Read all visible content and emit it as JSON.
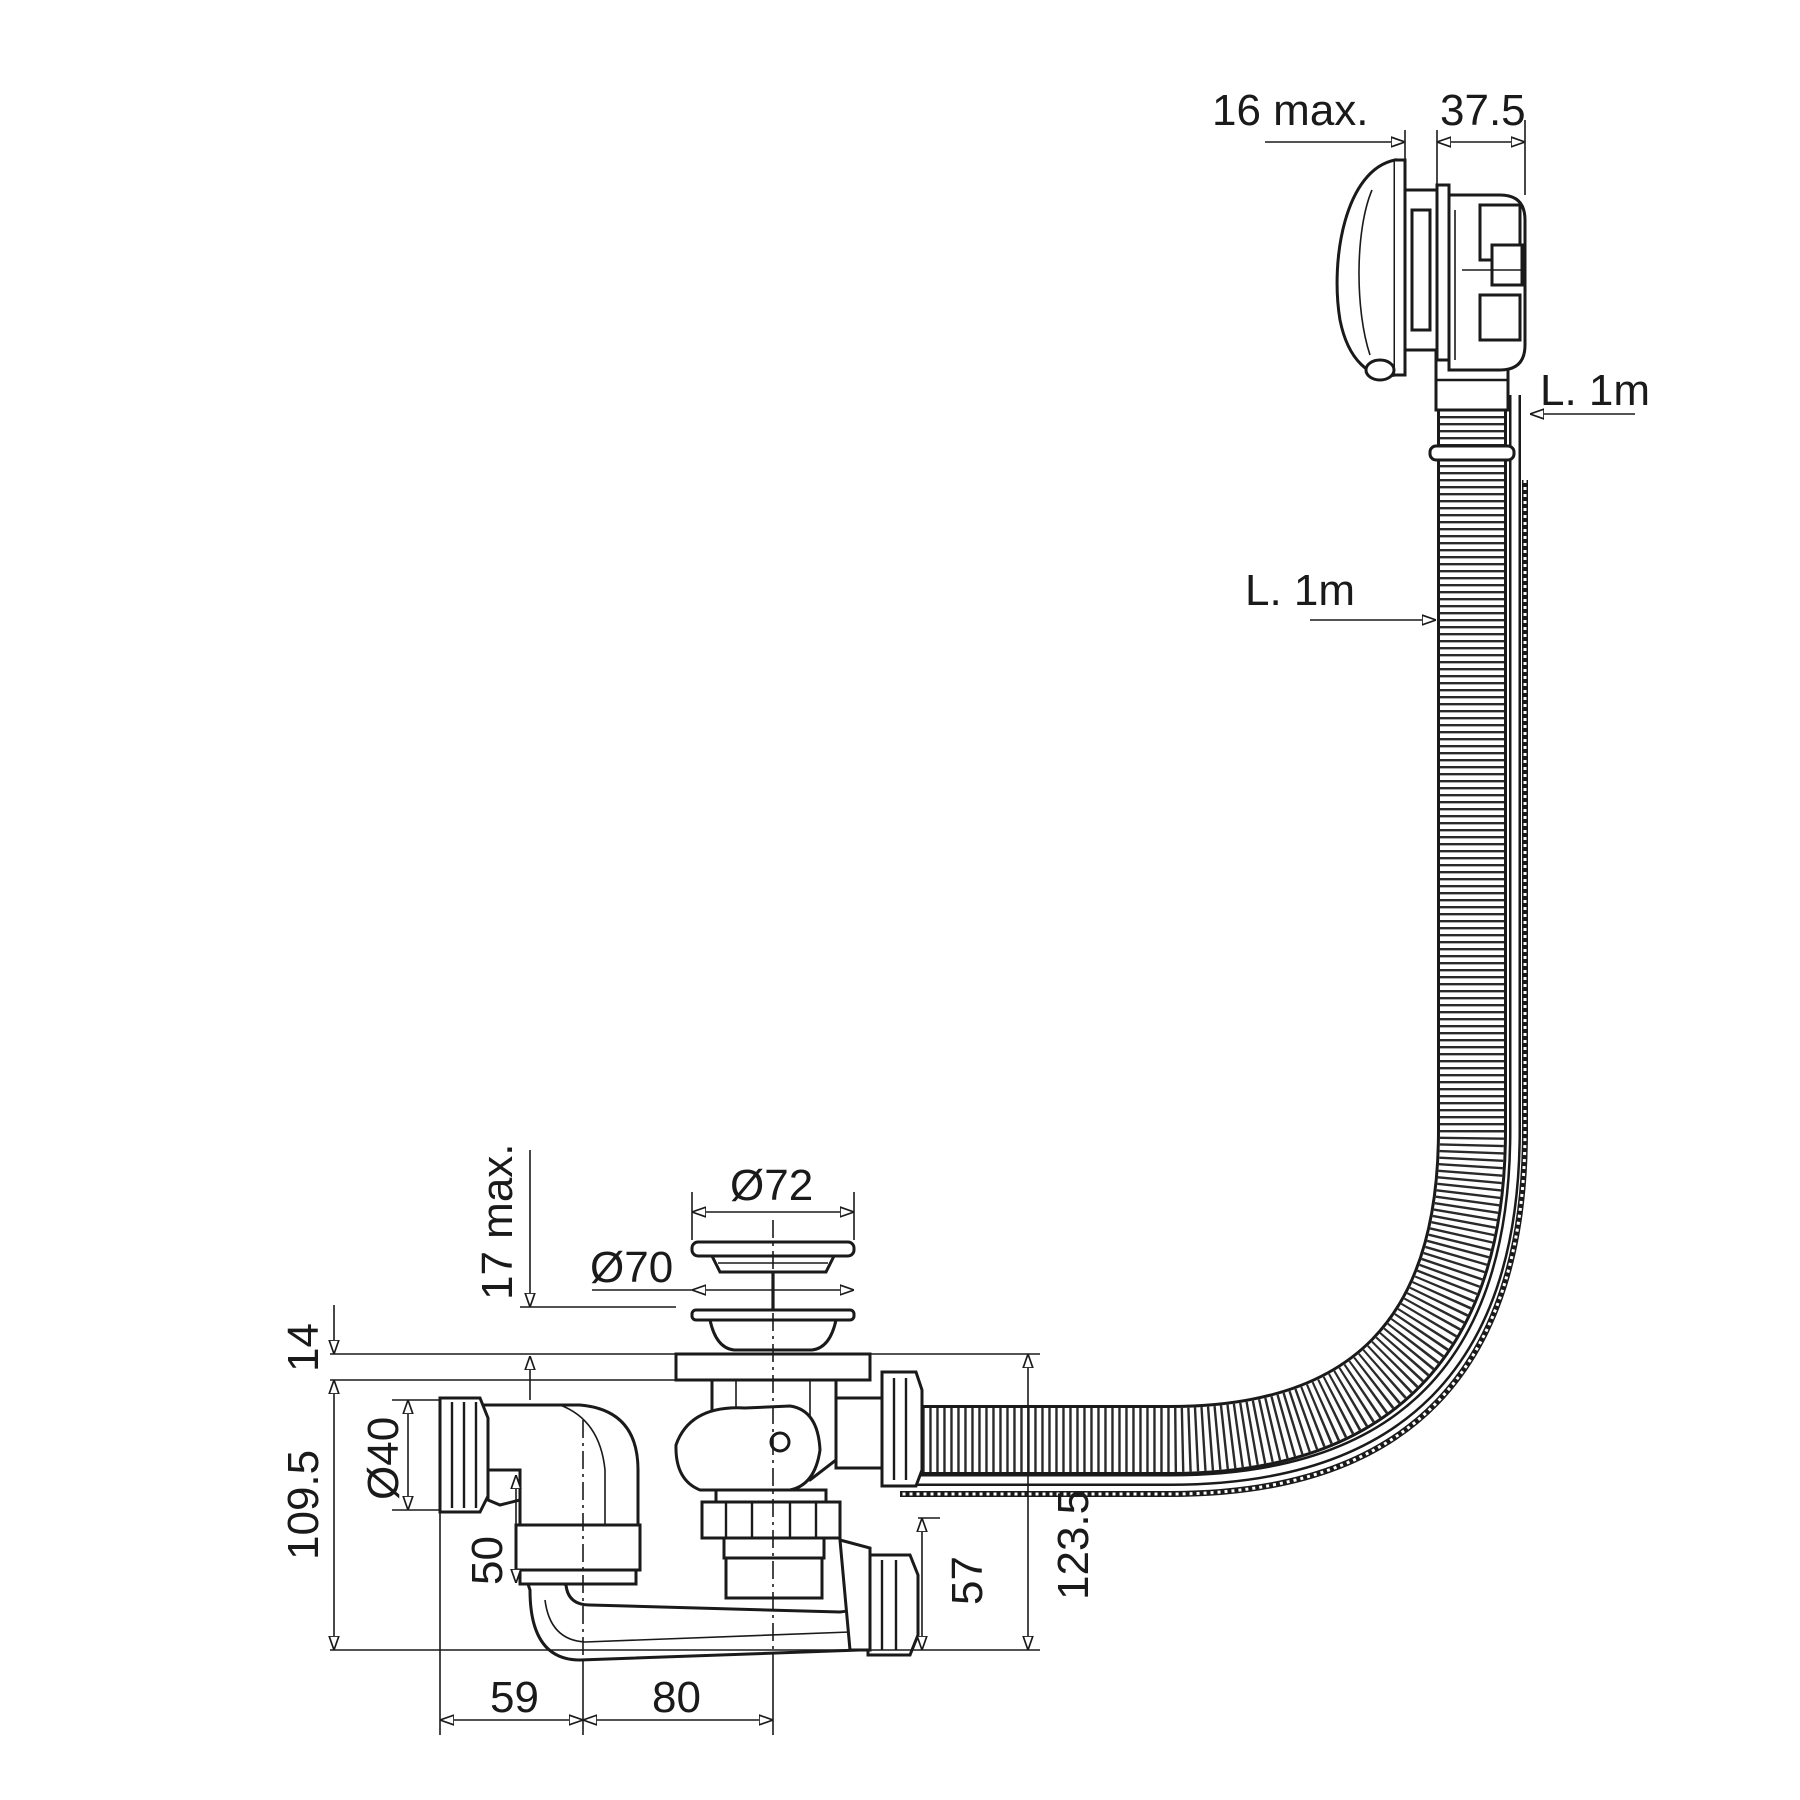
{
  "dimensions": {
    "d_16max": "16 max.",
    "d_37_5": "37.5",
    "d_l1m_cable": "L. 1m",
    "d_l1m_hose": "L. 1m",
    "d_72": "Ø72",
    "d_70": "Ø70",
    "d_17max": "17 max.",
    "d_14": "14",
    "d_40": "Ø40",
    "d_109_5": "109.5",
    "d_50": "50",
    "d_57": "57",
    "d_123_5": "123.5",
    "d_59": "59",
    "d_80": "80"
  }
}
